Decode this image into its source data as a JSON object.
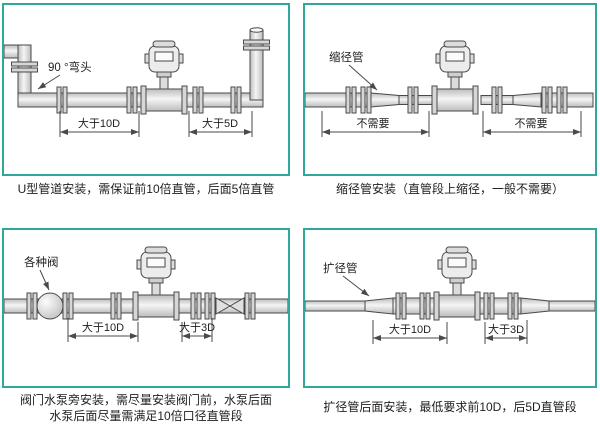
{
  "accent": "#2fa79b",
  "ink": "#4a4a4a",
  "panels": {
    "u_pipe": {
      "elbow_label": "90 °弯头",
      "dim_left": "大于10D",
      "dim_right": "大于5D",
      "caption": "U型管道安装，需保证前10倍直管，后面5倍直管"
    },
    "reducer": {
      "part_label": "缩径管",
      "dim_left": "不需要",
      "dim_right": "不需要",
      "caption": "缩径管安装（直管段上缩径，一般不需要）"
    },
    "valve_pump": {
      "part_label": "各种阀",
      "dim_left": "大于10D",
      "dim_right": "大于3D",
      "caption_line1": "阀门水泵旁安装，需尽量安装阀门前，水泵后面",
      "caption_line2": "水泵后面尽量需满足10倍口径直管段"
    },
    "expander": {
      "part_label": "扩径管",
      "dim_left": "大于10D",
      "dim_right": "大于3D",
      "caption": "扩径管后面安装，最低要求前10D，后5D直管段"
    }
  }
}
